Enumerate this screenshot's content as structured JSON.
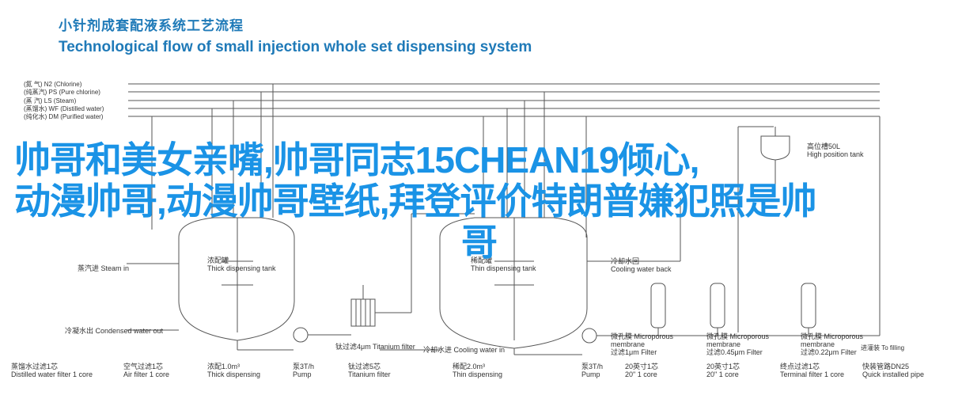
{
  "title": {
    "cn": "小针剂成套配液系统工艺流程",
    "en": "Technological flow of small injection whole set dispensing system"
  },
  "overlay": {
    "line1": "帅哥和美女亲嘴,帅哥同志15CHEAN19倾心,",
    "line2": "动漫帅哥,动漫帅哥壁纸,拜登评价特朗普嫌犯照是帅",
    "line3": "哥"
  },
  "legend": [
    {
      "cn": "(氮  气) N2",
      "en": "(Chlorine)"
    },
    {
      "cn": "(纯蒸汽) PS",
      "en": "(Pure chlorine)"
    },
    {
      "cn": "(蒸  汽) LS",
      "en": "(Steam)"
    },
    {
      "cn": "(蒸馏水) WF",
      "en": "(Distilled water)"
    },
    {
      "cn": "(纯化水) DM",
      "en": "(Purified water)"
    }
  ],
  "tank": {
    "cn": "高位槽50L",
    "en": "High position tank"
  },
  "thick_tank": {
    "cn": "浓配罐",
    "en": "Thick dispensing tank"
  },
  "thin_tank": {
    "cn": "稀配罐",
    "en": "Thin dispensing tank"
  },
  "steam_in": "蒸汽进 Steam in",
  "condensed_out": "冷凝水出 Condensed water out",
  "cooling_back": {
    "cn": "冷却水回",
    "en": "Cooling water back"
  },
  "cooling_in": "冷却水进 Cooling water in",
  "to_filling": "进灌装 To filling",
  "micro_1": {
    "cn": "微孔膜 Microporous",
    "en": "membrane",
    "spec": "过滤1μm Filter"
  },
  "micro_2": {
    "cn": "微孔膜 Microporous",
    "en": "membrane",
    "spec": "过滤0.45μm Filter"
  },
  "micro_3": {
    "cn": "微孔膜 Microporous",
    "en": "membrane",
    "spec": "过滤0.22μm Filter"
  },
  "ti_filter_top": {
    "cn": "钛过滤4μm",
    "en": "钛过滤4μm Titanium filter"
  },
  "bottom": [
    {
      "cn": "蒸馏水过滤1芯",
      "en": "Distilled water filter 1 core"
    },
    {
      "cn": "空气过滤1芯",
      "en": "Air filter 1 core"
    },
    {
      "cn": "浓配1.0m³",
      "en": "Thick dispensing"
    },
    {
      "cn": "泵3T/h",
      "en": "Pump"
    },
    {
      "cn": "钛过滤5芯",
      "en": "Titanium filter"
    },
    {
      "cn": "稀配2.0m³",
      "en": "Thin dispensing"
    },
    {
      "cn": "泵3T/h",
      "en": "Pump"
    },
    {
      "cn": "20英寸1芯",
      "en": "20\" 1 core"
    },
    {
      "cn": "20英寸1芯",
      "en": "20\" 1 core"
    },
    {
      "cn": "终点过滤1芯",
      "en": "Terminal filter 1 core"
    },
    {
      "cn": "快装管路DN25",
      "en": "Quick installed pipe"
    }
  ],
  "colors": {
    "title": "#1f7ab8",
    "overlay": "#1a93e6",
    "line": "#555555"
  }
}
